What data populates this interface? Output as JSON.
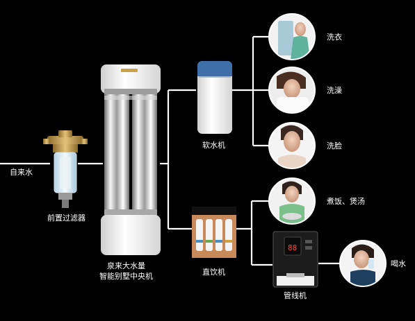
{
  "colors": {
    "background": "#000000",
    "line": "#ffffff",
    "brass": "#c9a24a",
    "softener_cap": "#3f6fa8",
    "purifier_panel": "#c98a5b",
    "dispenser_body": "#1c1c1c"
  },
  "labels": {
    "tap_water": "自来水",
    "pre_filter": "前置过滤器",
    "central_unit_line1": "泉来大水量",
    "central_unit_line2": "智能别墅中央机",
    "softener": "软水机",
    "purifier": "直饮机",
    "pipeline_dispenser": "管线机"
  },
  "uses": {
    "laundry": "洗衣",
    "bath": "洗澡",
    "face_wash": "洗脸",
    "cooking": "煮饭、煲汤",
    "drinking": "喝水"
  },
  "icons": {
    "pre_filter": "pre-filter-icon",
    "central_unit": "central-water-unit-icon",
    "softener": "water-softener-icon",
    "purifier": "water-purifier-icon",
    "dispenser": "pipeline-dispenser-icon",
    "laundry_photo": "laundry-person-icon",
    "bath_photo": "bath-person-icon",
    "face_photo": "face-wash-person-icon",
    "cooking_photo": "cooking-person-icon",
    "drinking_photo": "drinking-person-icon"
  }
}
